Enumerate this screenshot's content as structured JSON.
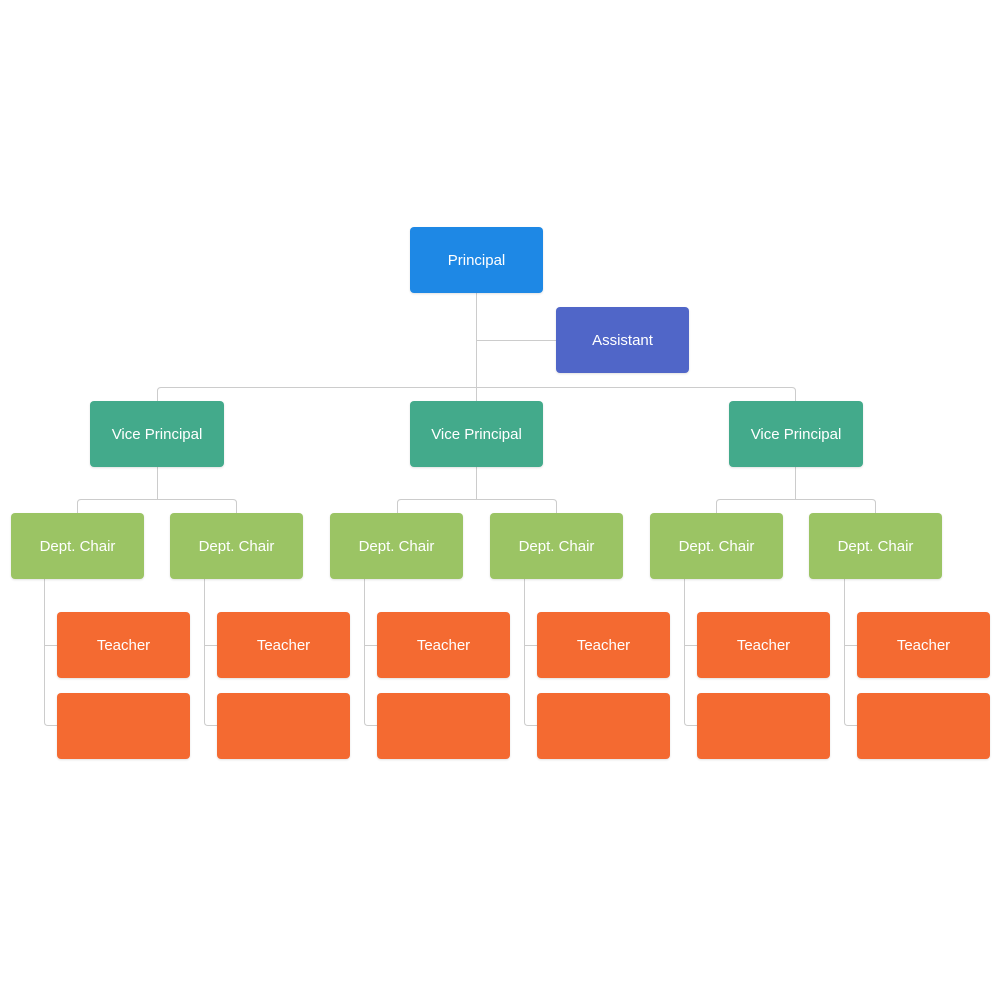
{
  "colors": {
    "principal": "#1e88e5",
    "assistant": "#5066c8",
    "vice_principal": "#43aa8b",
    "dept_chair": "#9bc464",
    "teacher": "#f46a31",
    "connector": "#cccccc"
  },
  "principal": {
    "label": "Principal"
  },
  "assistant": {
    "label": "Assistant"
  },
  "vice_principals": [
    {
      "label": "Vice Principal",
      "dept_chairs": [
        {
          "label": "Dept. Chair",
          "teachers": [
            {
              "label": "Teacher"
            },
            {
              "label": ""
            }
          ]
        },
        {
          "label": "Dept. Chair",
          "teachers": [
            {
              "label": "Teacher"
            },
            {
              "label": ""
            }
          ]
        }
      ]
    },
    {
      "label": "Vice Principal",
      "dept_chairs": [
        {
          "label": "Dept. Chair",
          "teachers": [
            {
              "label": "Teacher"
            },
            {
              "label": ""
            }
          ]
        },
        {
          "label": "Dept. Chair",
          "teachers": [
            {
              "label": "Teacher"
            },
            {
              "label": ""
            }
          ]
        }
      ]
    },
    {
      "label": "Vice Principal",
      "dept_chairs": [
        {
          "label": "Dept. Chair",
          "teachers": [
            {
              "label": "Teacher"
            },
            {
              "label": ""
            }
          ]
        },
        {
          "label": "Dept. Chair",
          "teachers": [
            {
              "label": "Teacher"
            },
            {
              "label": ""
            }
          ]
        }
      ]
    }
  ]
}
